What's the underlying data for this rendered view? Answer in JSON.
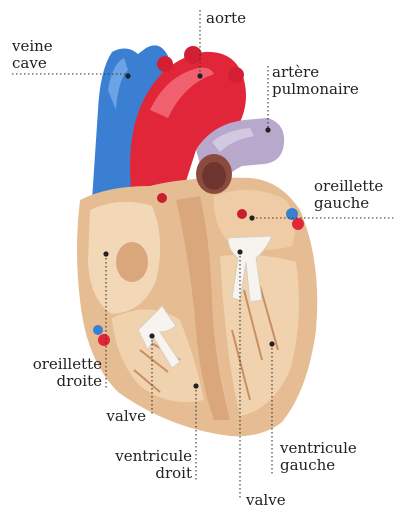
{
  "labels": {
    "aorte": "aorte",
    "veine_cave": [
      "veine",
      "cave"
    ],
    "artere_pulmonaire": [
      "artère",
      "pulmonaire"
    ],
    "oreillette_gauche": [
      "oreillette",
      "gauche"
    ],
    "oreillette_droite": [
      "oreillette",
      "droite"
    ],
    "valve_droite": "valve",
    "ventricule_droit": [
      "ventricule",
      "droit"
    ],
    "ventricule_gauche": [
      "ventricule",
      "gauche"
    ],
    "valve_gauche": "valve"
  },
  "colors": {
    "tissue_light": "#f3d8b8",
    "tissue_mid": "#e6bd93",
    "tissue_dark": "#c98f62",
    "chamber": "#e9c59d",
    "aorta_red": "#e2263a",
    "vena_cava_blue": "#3b7fd2",
    "pulmonary_lilac": "#b8a9cc",
    "valve_white": "#f7f4ef",
    "leader_line": "#333333",
    "text": "#222222"
  }
}
